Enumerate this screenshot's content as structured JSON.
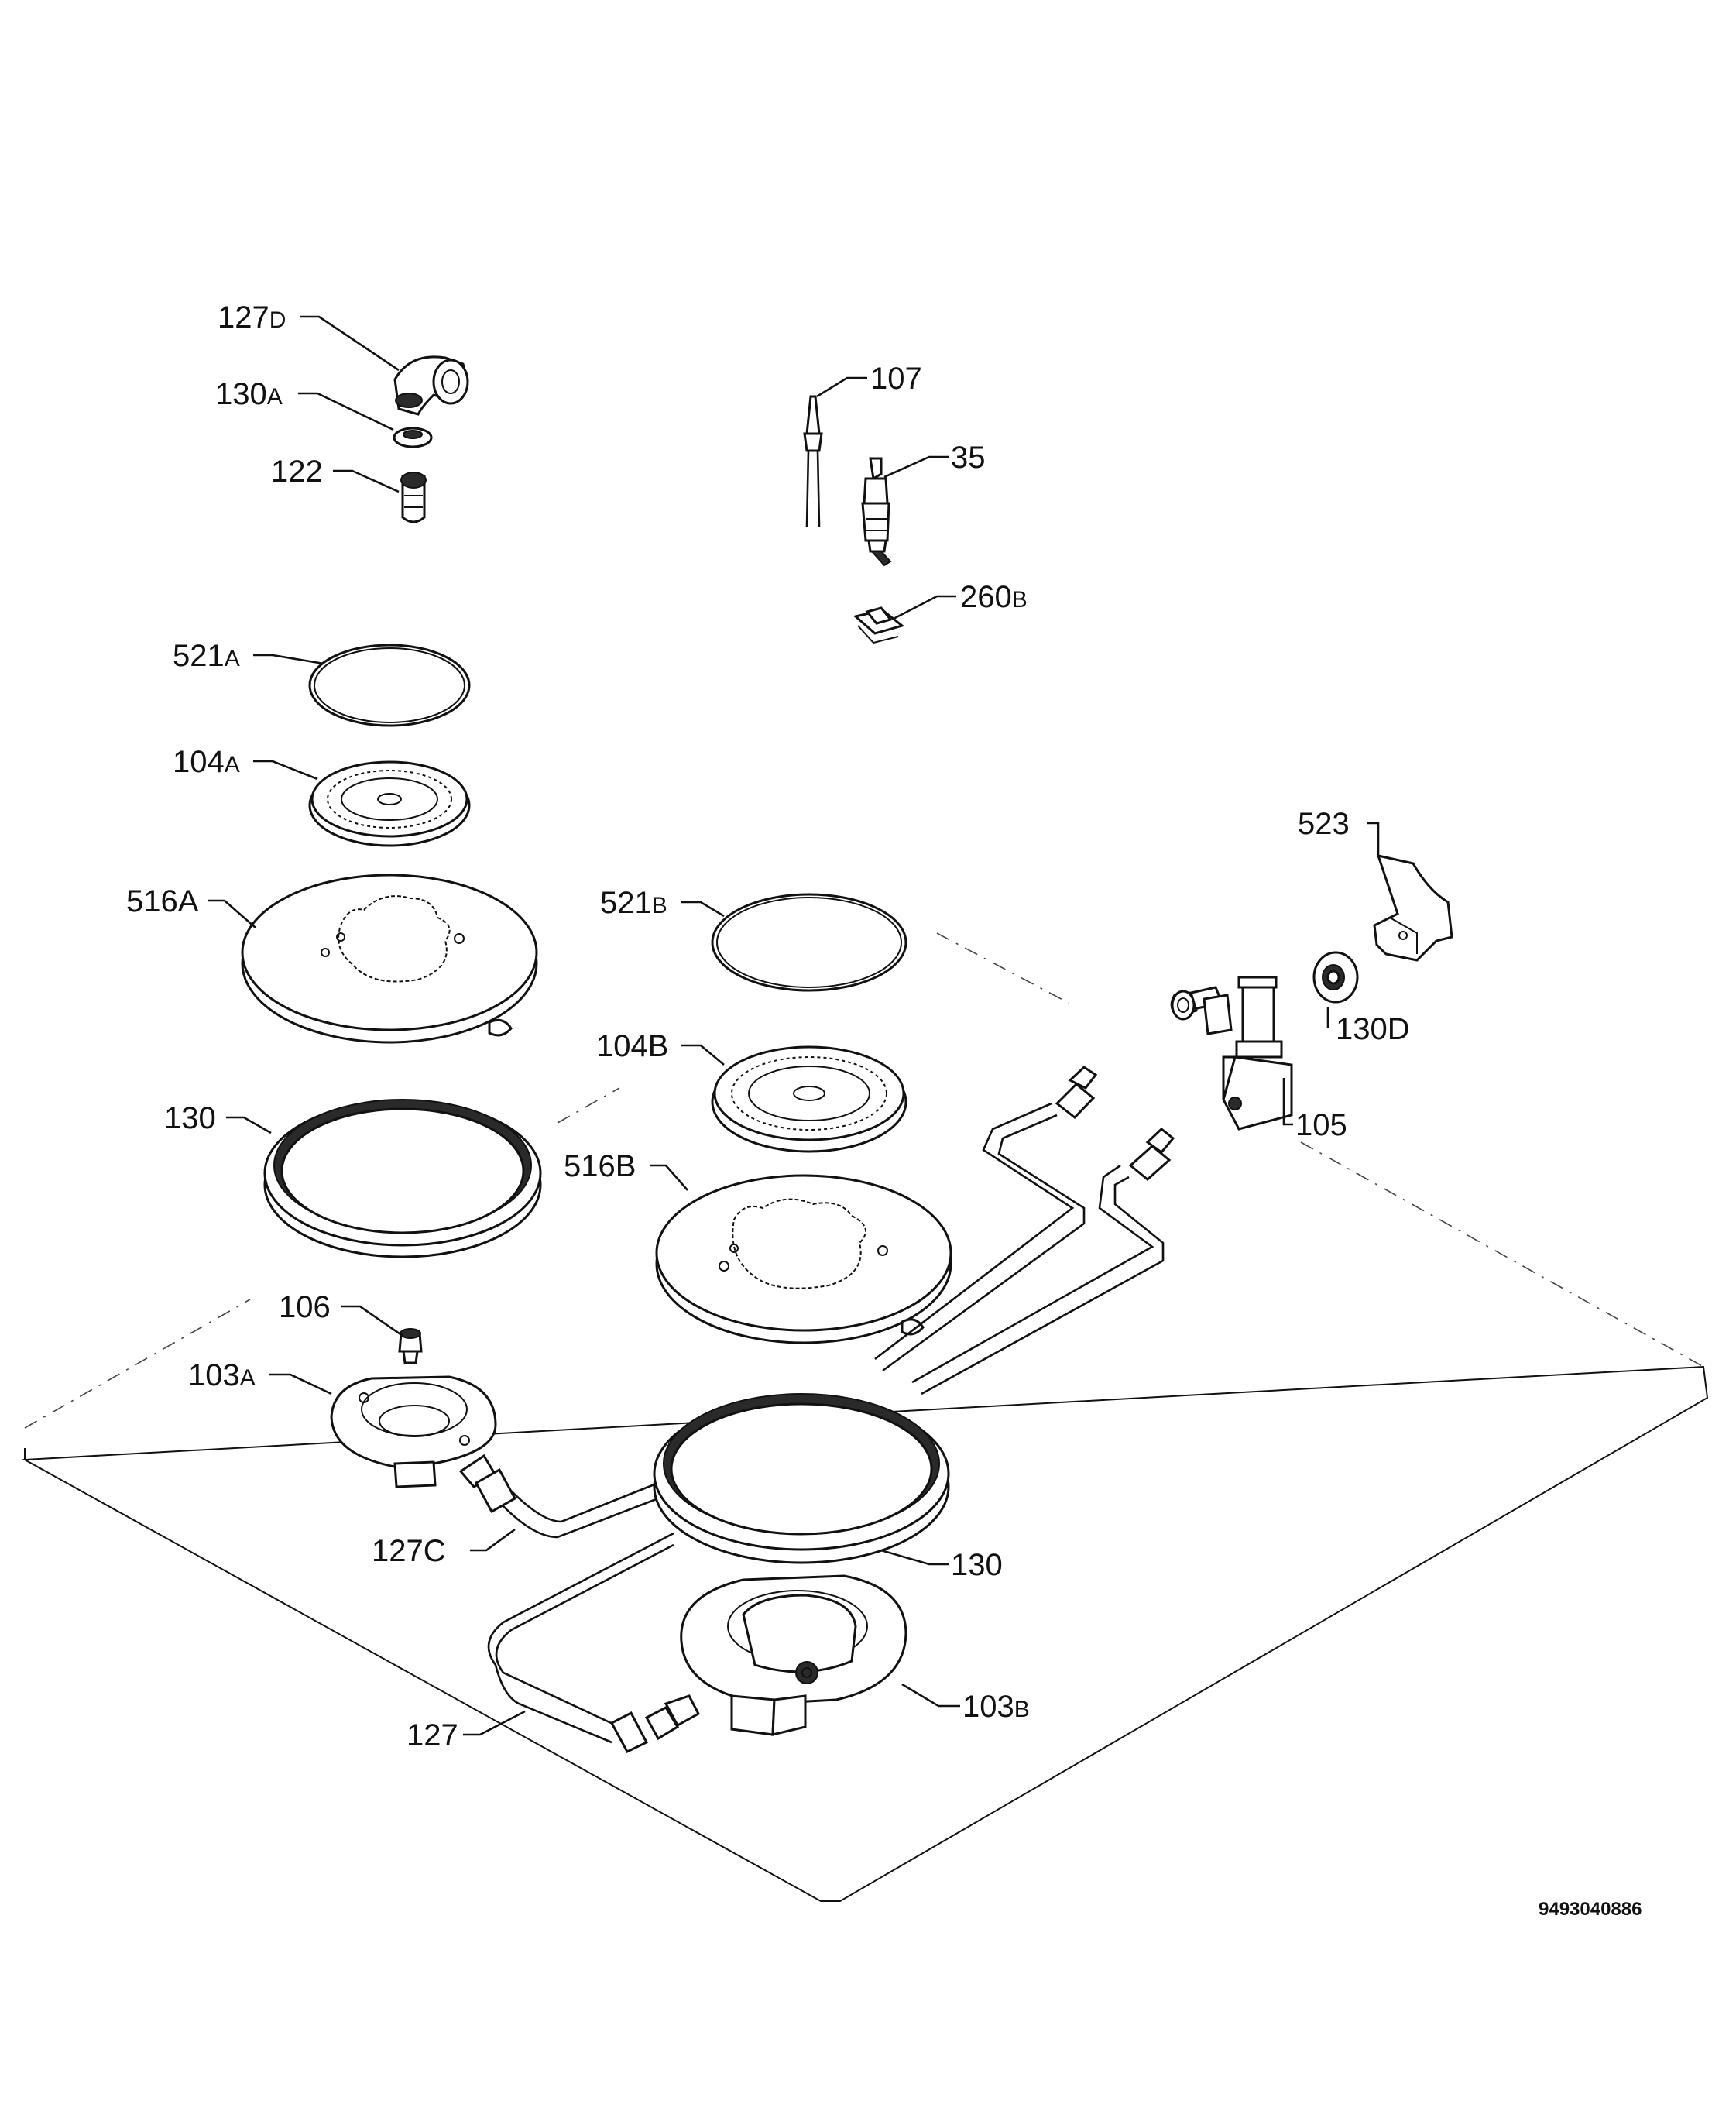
{
  "labels": [
    {
      "id": "127d",
      "main": "127",
      "sub": "D"
    },
    {
      "id": "130a",
      "main": "130",
      "sub": "A"
    },
    {
      "id": "122",
      "main": "122",
      "sub": ""
    },
    {
      "id": "107",
      "main": "107",
      "sub": ""
    },
    {
      "id": "35",
      "main": "35",
      "sub": ""
    },
    {
      "id": "260b",
      "main": "260",
      "sub": "B"
    },
    {
      "id": "521a",
      "main": "521",
      "sub": "A"
    },
    {
      "id": "104a",
      "main": "104",
      "sub": "A"
    },
    {
      "id": "523",
      "main": "523",
      "sub": ""
    },
    {
      "id": "516a",
      "main": "516A",
      "sub": ""
    },
    {
      "id": "521b",
      "main": "521",
      "sub": "B"
    },
    {
      "id": "130d",
      "main": "130D",
      "sub": ""
    },
    {
      "id": "104b",
      "main": "104B",
      "sub": ""
    },
    {
      "id": "105",
      "main": "105",
      "sub": ""
    },
    {
      "id": "130-top",
      "main": "130",
      "sub": ""
    },
    {
      "id": "516b",
      "main": "516B",
      "sub": ""
    },
    {
      "id": "106",
      "main": "106",
      "sub": ""
    },
    {
      "id": "103a",
      "main": "103",
      "sub": "A"
    },
    {
      "id": "127c",
      "main": "127C",
      "sub": ""
    },
    {
      "id": "130-bottom",
      "main": "130",
      "sub": ""
    },
    {
      "id": "103b",
      "main": "103",
      "sub": "B"
    },
    {
      "id": "127",
      "main": "127",
      "sub": ""
    }
  ],
  "document_id": "9493040886"
}
